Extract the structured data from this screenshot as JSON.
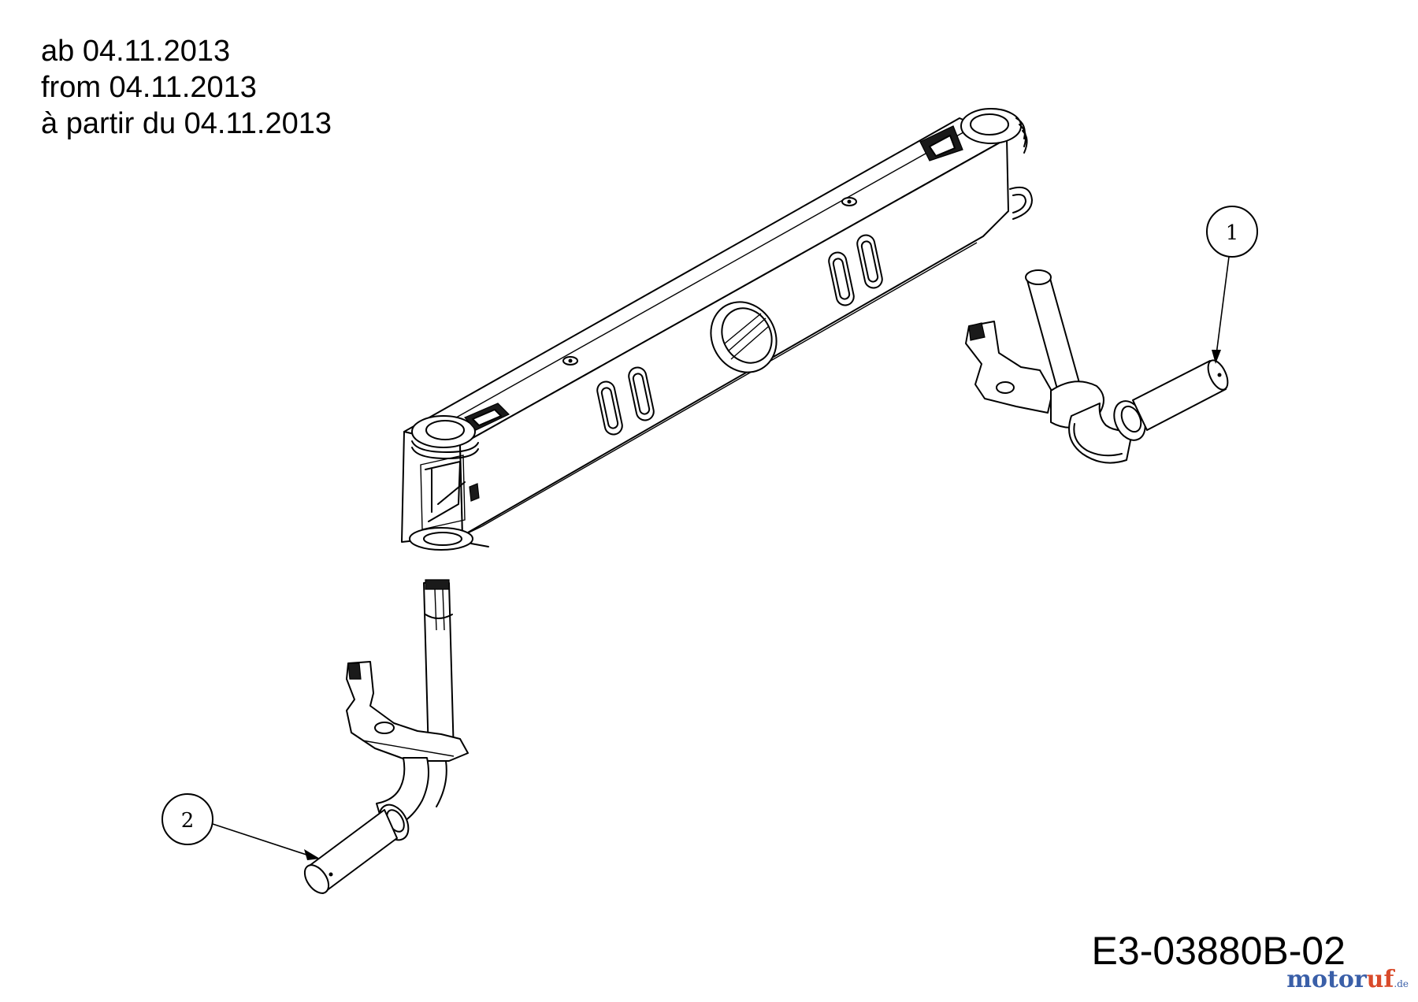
{
  "notes": [
    "ab 04.11.2013",
    "from 04.11.2013",
    "à partir du 04.11.2013"
  ],
  "drawing_number": "E3-03880B-02",
  "callouts": [
    {
      "label": "1"
    },
    {
      "label": "2"
    }
  ],
  "watermark": {
    "main": "motoruf",
    "sub": ".de",
    "colors": [
      "#3a5fa8",
      "#d94a2a"
    ]
  }
}
